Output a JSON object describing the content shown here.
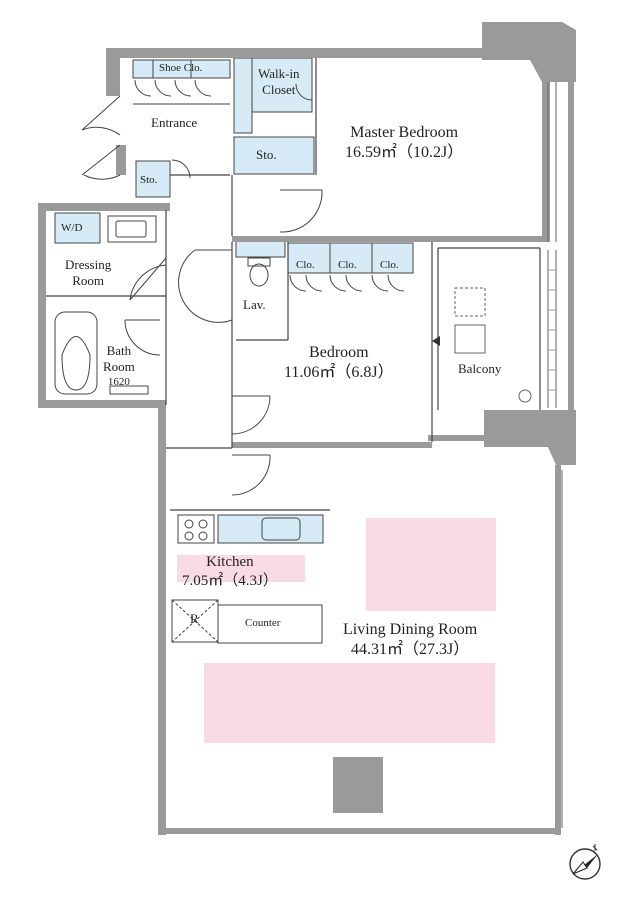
{
  "rooms": {
    "master_bedroom": {
      "name": "Master Bedroom",
      "area": "16.59㎡（10.2J）"
    },
    "bedroom": {
      "name": "Bedroom",
      "area": "11.06㎡（6.8J）"
    },
    "ldk": {
      "name": "Living Dining Room",
      "area": "44.31㎡（27.3J）"
    },
    "kitchen": {
      "name": "Kitchen",
      "area": "7.05㎡（4.3J）"
    },
    "entrance": "Entrance",
    "walk_in_closet": [
      "Walk-in",
      "Closet"
    ],
    "shoe_closet": "Shoe Clo.",
    "storage_a": "Sto.",
    "storage_b": "Sto.",
    "washer_dryer": "W/D",
    "dressing_room": [
      "Dressing",
      "Room"
    ],
    "bath_room": [
      "Bath",
      "Room",
      "1620"
    ],
    "lavatory": "Lav.",
    "closet_1": "Clo.",
    "closet_2": "Clo.",
    "closet_3": "Clo.",
    "balcony": "Balcony",
    "refrigerator": "R",
    "counter": "Counter"
  },
  "colors": {
    "wall": "#9a9a9a",
    "wall_dark": "#8c8c8c",
    "line": "#444444",
    "storage_fill": "#d6ebf6",
    "kitchen_fill": "#f9dbe6",
    "ldk_fill": "#f9dbe6"
  },
  "icons": [
    "compass-icon",
    "door-swing-icon",
    "sink-icon",
    "stove-icon",
    "bathtub-icon",
    "toilet-icon"
  ]
}
